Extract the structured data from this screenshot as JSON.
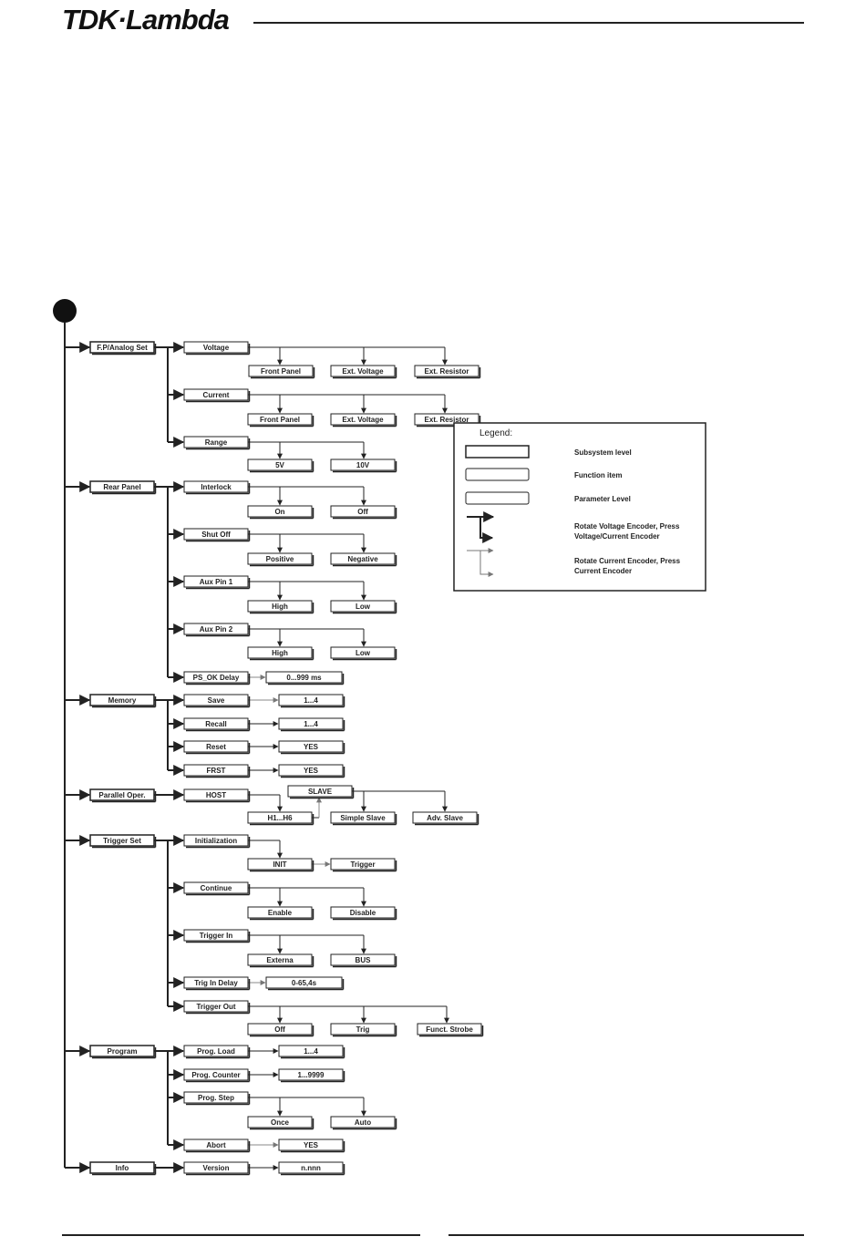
{
  "header": {
    "logo_text": "TDK·Lambda"
  },
  "menu": [
    {
      "label": "F.P/Analog Set",
      "children": [
        {
          "label": "Voltage",
          "params": [
            "Front Panel",
            "Ext. Voltage",
            "Ext. Resistor"
          ]
        },
        {
          "label": "Current",
          "params": [
            "Front Panel",
            "Ext. Voltage",
            "Ext. Resistor"
          ]
        },
        {
          "label": "Range",
          "params": [
            "5V",
            "10V"
          ]
        }
      ]
    },
    {
      "label": "Rear Panel",
      "children": [
        {
          "label": "Interlock",
          "params": [
            "On",
            "Off"
          ]
        },
        {
          "label": "Shut Off",
          "params": [
            "Positive",
            "Negative"
          ]
        },
        {
          "label": "Aux Pin 1",
          "params": [
            "High",
            "Low"
          ]
        },
        {
          "label": "Aux Pin 2",
          "params": [
            "High",
            "Low"
          ]
        },
        {
          "label": "PS_OK Delay",
          "params": [
            "0...999 ms"
          ]
        }
      ]
    },
    {
      "label": "Memory",
      "children": [
        {
          "label": "Save",
          "params": [
            "1...4"
          ]
        },
        {
          "label": "Recall",
          "params": [
            "1...4"
          ]
        },
        {
          "label": "Reset",
          "params": [
            "YES"
          ]
        },
        {
          "label": "FRST",
          "params": [
            "YES"
          ]
        }
      ]
    },
    {
      "label": "Parallel Oper.",
      "children": [
        {
          "label": "HOST",
          "params": [
            "H1...H6",
            "SLAVE",
            "Simple Slave",
            "Adv. Slave"
          ]
        }
      ]
    },
    {
      "label": "Trigger Set",
      "children": [
        {
          "label": "Initialization",
          "params": [
            "INIT",
            "Trigger"
          ]
        },
        {
          "label": "Continue",
          "params": [
            "Enable",
            "Disable"
          ]
        },
        {
          "label": "Trigger In",
          "params": [
            "Externa",
            "BUS"
          ]
        },
        {
          "label": "Trig In Delay",
          "params": [
            "0-65,4s"
          ]
        },
        {
          "label": "Trigger Out",
          "params": [
            "Off",
            "Trig",
            "Funct. Strobe"
          ]
        }
      ]
    },
    {
      "label": "Program",
      "children": [
        {
          "label": "Prog. Load",
          "params": [
            "1...4"
          ]
        },
        {
          "label": "Prog. Counter",
          "params": [
            "1...9999"
          ]
        },
        {
          "label": "Prog. Step",
          "params": [
            "Once",
            "Auto"
          ]
        },
        {
          "label": "Abort",
          "params": [
            "YES"
          ]
        }
      ]
    },
    {
      "label": "Info",
      "children": [
        {
          "label": "Version",
          "params": [
            "n.nnn"
          ]
        }
      ]
    }
  ],
  "legend": {
    "title": "Legend:",
    "items": [
      "Subsystem level",
      "Function item",
      "Parameter Level",
      "Rotate Voltage Encoder, Press Voltage/Current Encoder",
      "Rotate Current Encoder, Press Current Encoder"
    ]
  }
}
